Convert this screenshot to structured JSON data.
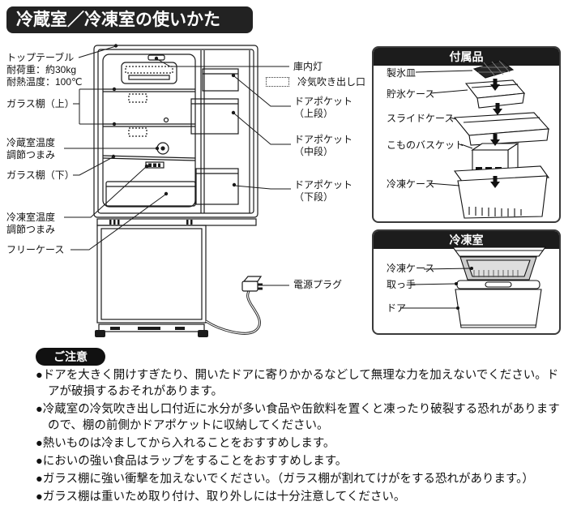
{
  "page_title": "冷蔵室／冷凍室の使いかた",
  "diagram": {
    "legend_label": "冷気吹き出し口",
    "labels_left": [
      {
        "lines": [
          "トップテーブル",
          "耐荷重：約30kg",
          "耐熱温度：100℃"
        ]
      },
      {
        "lines": [
          "ガラス棚（上）"
        ]
      },
      {
        "lines": [
          "冷蔵室温度",
          "調節つまみ"
        ]
      },
      {
        "lines": [
          "ガラス棚（下）"
        ]
      },
      {
        "lines": [
          "冷凍室温度",
          "調節つまみ"
        ]
      },
      {
        "lines": [
          "フリーケース"
        ]
      }
    ],
    "labels_right": [
      {
        "lines": [
          "庫内灯"
        ]
      },
      {
        "lines": [
          "ドアポケット",
          "（上段）"
        ]
      },
      {
        "lines": [
          "ドアポケット",
          "（中段）"
        ]
      },
      {
        "lines": [
          "ドアポケット",
          "（下段）"
        ]
      },
      {
        "lines": [
          "電源プラグ"
        ]
      }
    ]
  },
  "accessories_panel": {
    "title": "付属品",
    "items": [
      "製氷皿",
      "貯氷ケース",
      "スライドケース",
      "こものバスケット",
      "冷凍ケース"
    ]
  },
  "freezer_panel": {
    "title": "冷凍室",
    "items": [
      "冷凍ケース",
      "取っ手",
      "ドア"
    ]
  },
  "caution": {
    "title": "ご注意",
    "items": [
      "●ドアを大きく開けすぎたり、開いたドアに寄りかかるなどして無理な力を加えないでください。ドアが破損するおそれがあります。",
      "●冷蔵室の冷気吹き出し口付近に水分が多い食品や缶飲料を置くと凍ったり破裂する恐れがありますので、棚の前側かドアポケットに収納してください。",
      "●熱いものは冷ましてから入れることをおすすめします。",
      "●においの強い食品はラップをすることをおすすめします。",
      "●ガラス棚に強い衝撃を加えないでください。（ガラス棚が割れてけがをする恐れがあります。）",
      "●ガラス棚は重いため取り付け、取り外しには十分注意してください。"
    ]
  },
  "colors": {
    "bar_background": "#1c1c1c",
    "line_art": "#1a1a1a",
    "freezer_case_gray": "#cbcbcb"
  }
}
